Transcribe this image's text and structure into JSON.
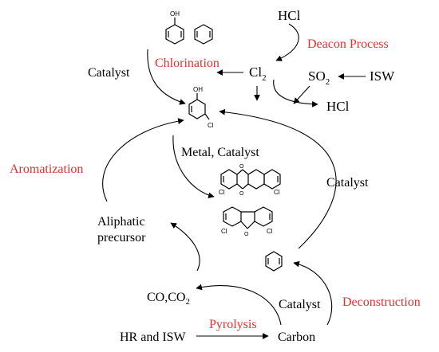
{
  "labels": {
    "hcl_top": "HCl",
    "deacon_process": "Deacon Process",
    "catalyst_top_left": "Catalyst",
    "chlorination": "Chlorination",
    "cl2_main": "Cl",
    "cl2_sub": "2",
    "so2_main": "SO",
    "so2_sub": "2",
    "isw_top": "ISW",
    "hcl_mid": "HCl",
    "aromatization": "Aromatization",
    "metal_catalyst": "Metal, Catalyst",
    "catalyst_right": "Catalyst",
    "aliphatic_line1": "Aliphatic",
    "aliphatic_line2": "precursor",
    "co_co2": "CO,CO",
    "co_co2_sub": "2",
    "catalyst_bottom": "Catalyst",
    "deconstruction": "Deconstruction",
    "pyrolysis": "Pyrolysis",
    "hr_and_isw": "HR and ISW",
    "carbon": "Carbon",
    "oh_top": "OH",
    "oh_mid": "OH",
    "cl_atom_phenol": "Cl",
    "cl_atom_d1": "Cl",
    "cl_atom_d2": "Cl",
    "cl_atom_f1": "Cl",
    "cl_atom_f2": "Cl"
  },
  "colors": {
    "accent": "#e03030",
    "text": "#000000"
  }
}
